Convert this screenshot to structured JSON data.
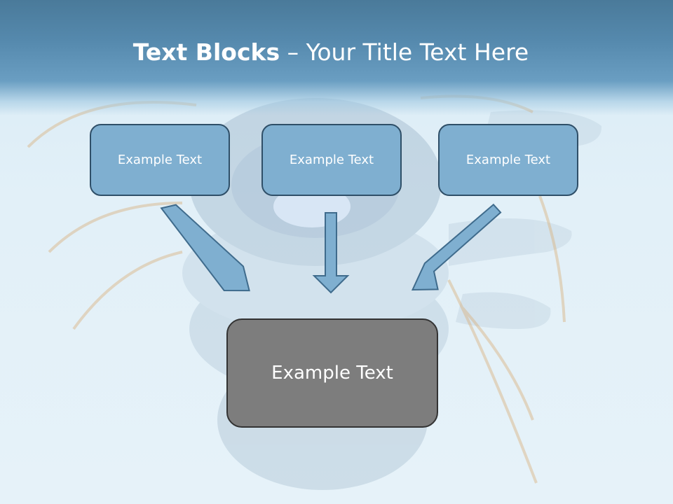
{
  "title": {
    "bold": "Text Blocks",
    "separator": " – ",
    "rest": "Your Title Text Here"
  },
  "blocks": {
    "left": "Example Text",
    "center": "Example Text",
    "right": "Example Text",
    "bottom": "Example Text"
  },
  "colors": {
    "header": "#5589ad",
    "small_box_fill": "#7fafd0",
    "small_box_border": "#2f4f68",
    "big_box_fill": "#7d7d7d",
    "arrow_fill": "#7fafd0"
  }
}
